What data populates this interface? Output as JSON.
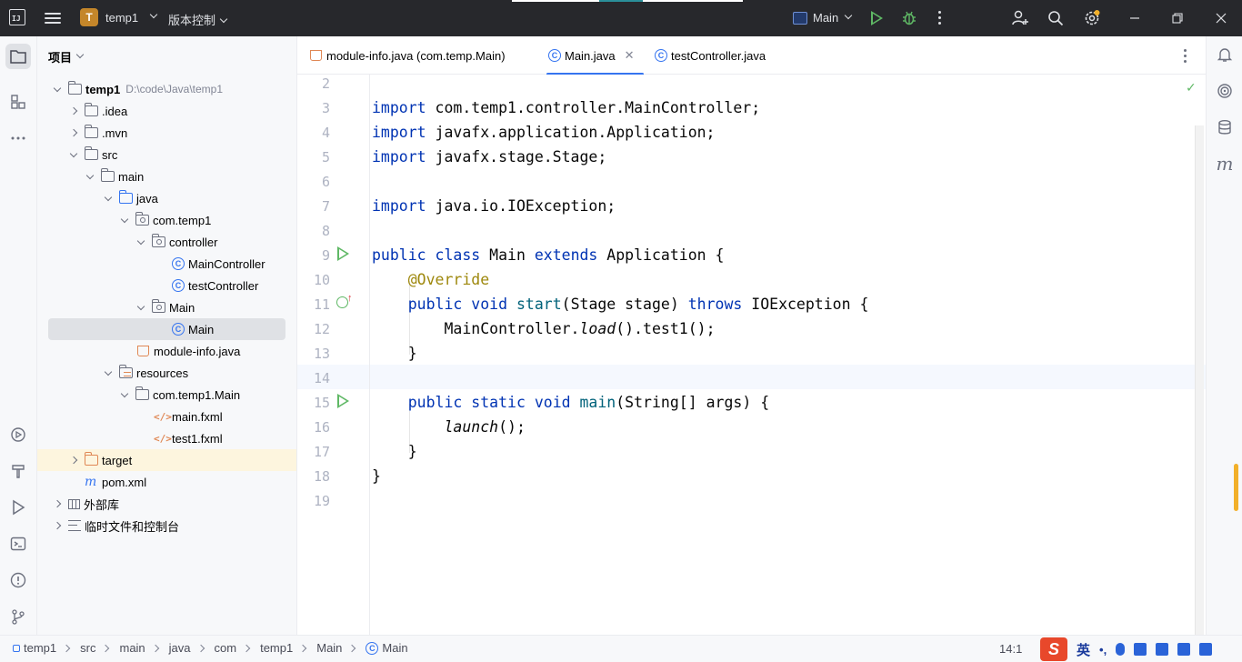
{
  "titlebar": {
    "project_badge": "T",
    "project_name": "temp1",
    "vcs_label": "版本控制",
    "run_config": "Main"
  },
  "project_panel": {
    "title": "项目",
    "tree": [
      {
        "label": "temp1",
        "hint": "D:\\code\\Java\\temp1"
      },
      {
        "label": ".idea"
      },
      {
        "label": ".mvn"
      },
      {
        "label": "src"
      },
      {
        "label": "main"
      },
      {
        "label": "java"
      },
      {
        "label": "com.temp1"
      },
      {
        "label": "controller"
      },
      {
        "label": "MainController"
      },
      {
        "label": "testController"
      },
      {
        "label": "Main"
      },
      {
        "label": "Main"
      },
      {
        "label": "module-info.java"
      },
      {
        "label": "resources"
      },
      {
        "label": "com.temp1.Main"
      },
      {
        "label": "main.fxml"
      },
      {
        "label": "test1.fxml"
      },
      {
        "label": "target"
      },
      {
        "label": "pom.xml"
      },
      {
        "label": "外部库"
      },
      {
        "label": "临时文件和控制台"
      }
    ]
  },
  "tabs": [
    {
      "label": "module-info.java (com.temp.Main)"
    },
    {
      "label": "Main.java",
      "active": true
    },
    {
      "label": "testController.java"
    }
  ],
  "editor": {
    "line_numbers": [
      "2",
      "3",
      "4",
      "5",
      "6",
      "7",
      "8",
      "9",
      "10",
      "11",
      "12",
      "13",
      "14",
      "15",
      "16",
      "17",
      "18",
      "19"
    ],
    "code": {
      "l3_kw": "import",
      "l3_rest": " com.temp1.controller.MainController;",
      "l4_kw": "import",
      "l4_rest": " javafx.application.Application;",
      "l5_kw": "import",
      "l5_rest": " javafx.stage.Stage;",
      "l7_kw": "import",
      "l7_rest": " java.io.IOException;",
      "l9_kw1": "public class",
      "l9_a": " Main ",
      "l9_kw2": "extends",
      "l9_b": " Application {",
      "l10_ann": "@Override",
      "l11_kw1": "public void",
      "l11_fn": "start",
      "l11_a": "(Stage stage) ",
      "l11_kw2": "throws",
      "l11_b": " IOException {",
      "l12_a": "MainController.",
      "l12_it": "load",
      "l12_b": "().test1();",
      "l13": "}",
      "l15_kw1": "public static void",
      "l15_fn": "main",
      "l15_a": "(String[] args) {",
      "l16_it": "launch",
      "l16_b": "();",
      "l17": "}",
      "l18": "}"
    }
  },
  "statusbar": {
    "breadcrumbs": [
      "temp1",
      "src",
      "main",
      "java",
      "com",
      "temp1",
      "Main",
      "Main"
    ],
    "cursor_pos": "14:1",
    "ime_lang": "英",
    "ime_punct": "•,"
  },
  "colors": {
    "titlebar_bg": "#27282c",
    "accent_blue": "#3574f0",
    "run_green": "#5fb865",
    "keyword": "#0033b3",
    "annotation": "#9e880d",
    "method": "#00627a"
  }
}
